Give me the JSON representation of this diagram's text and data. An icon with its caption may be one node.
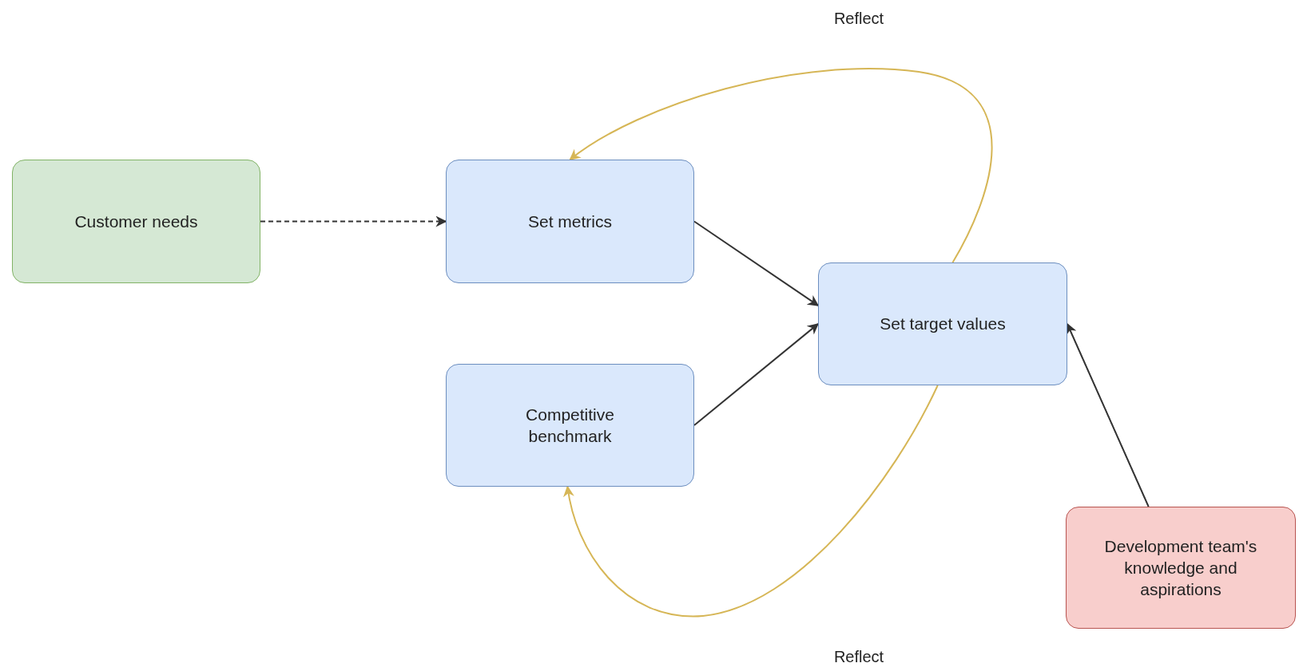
{
  "diagram": {
    "nodes": [
      {
        "text": [
          "Customer needs"
        ]
      },
      {
        "text": [
          "Set metrics"
        ]
      },
      {
        "text": [
          "Competitive benchmark"
        ]
      },
      {
        "text": [
          "Set target values"
        ]
      },
      {
        "text": [
          "Development team's knowledge and aspirations"
        ]
      }
    ],
    "edges": [
      {
        "from": 0,
        "to": 1,
        "arrow": "to",
        "style": "dashed"
      },
      {
        "from": 1,
        "to": 3,
        "arrow": "to"
      },
      {
        "from": 2,
        "to": 3,
        "arrow": "to"
      },
      {
        "from": 4,
        "to": 3,
        "arrow": "to"
      },
      {
        "from": 3,
        "to": 1,
        "arrow": "to",
        "color": "#d6b656"
      },
      {
        "from": 3,
        "to": 2,
        "arrow": "to",
        "color": "#d6b656"
      }
    ],
    "labels": [
      "Reflect",
      "Reflect"
    ]
  }
}
